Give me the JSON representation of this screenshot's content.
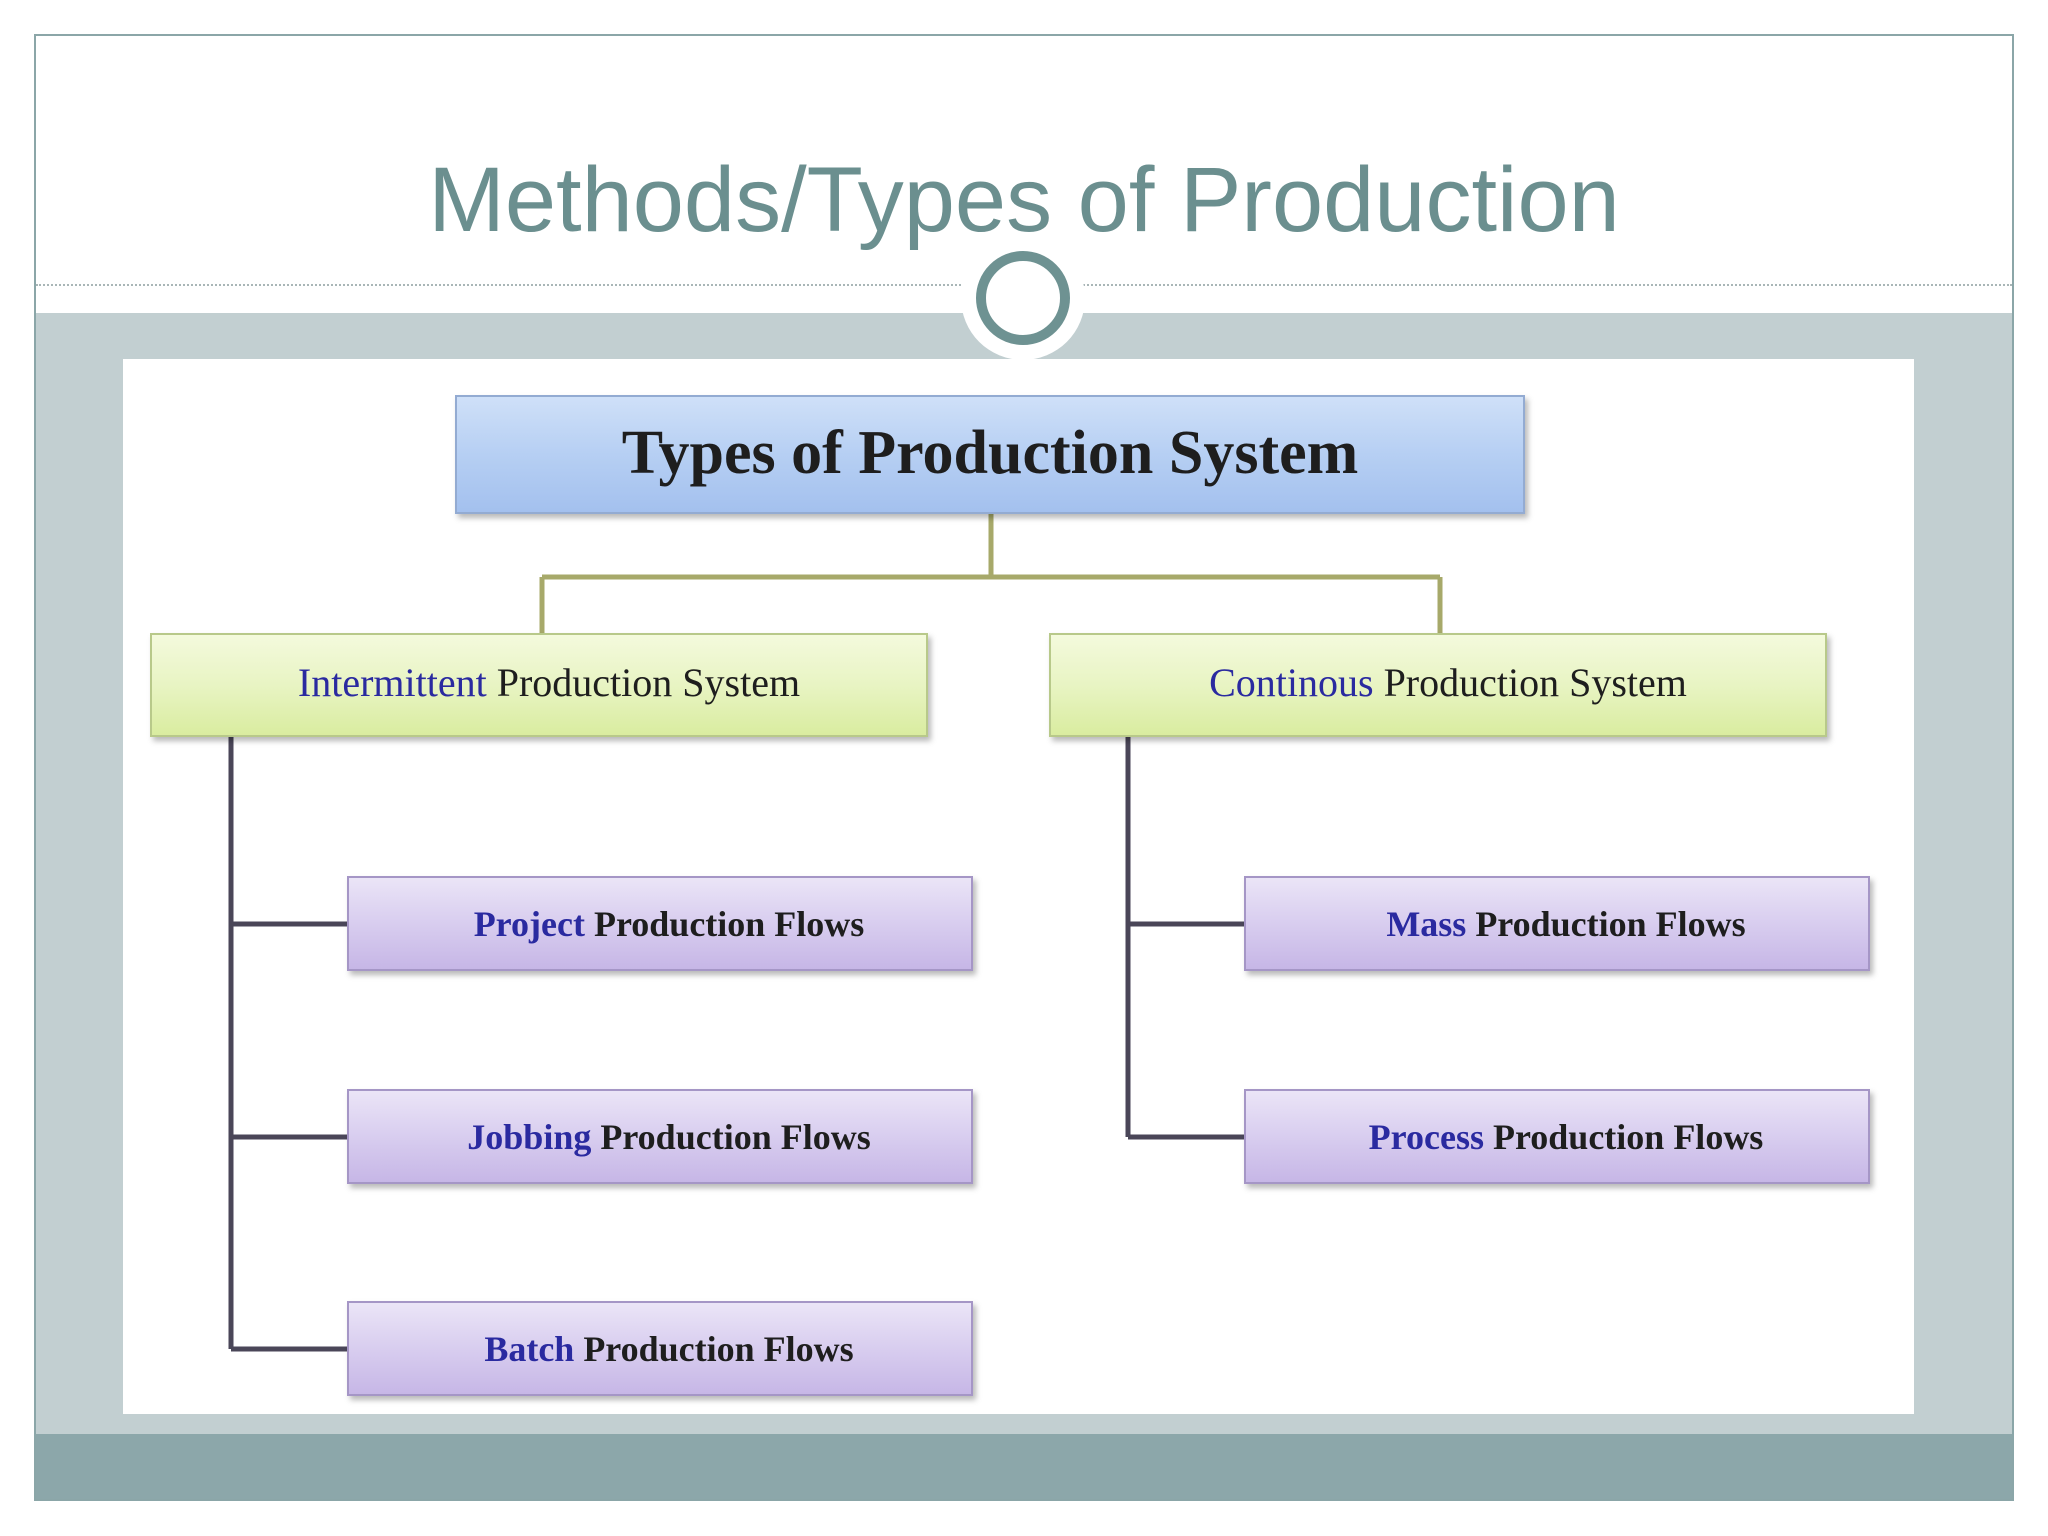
{
  "slide": {
    "title": "Methods/Types of Production"
  },
  "diagram": {
    "root": {
      "label": "Types of Production System"
    },
    "branches": [
      {
        "label_lead": "Intermittent",
        "label_rest": " Production System",
        "children": [
          {
            "lead": "Project",
            "rest": " Production Flows"
          },
          {
            "lead": "Jobbing",
            "rest": " Production Flows"
          },
          {
            "lead": "Batch",
            "rest": " Production Flows"
          }
        ]
      },
      {
        "label_lead": "Continous",
        "label_rest": " Production System",
        "children": [
          {
            "lead": "Mass",
            "rest": " Production Flows"
          },
          {
            "lead": "Process",
            "rest": " Production Flows"
          }
        ]
      }
    ]
  },
  "colors": {
    "title": "#6b8f8f",
    "lead_word": "#2a2aa0",
    "body_text": "#1e1e1e",
    "root_box": "#b9d1f3",
    "branch_box": "#eaf5c4",
    "leaf_box": "#d8cdee",
    "connector_top": "#a7a96a",
    "connector_side": "#4a4658"
  }
}
